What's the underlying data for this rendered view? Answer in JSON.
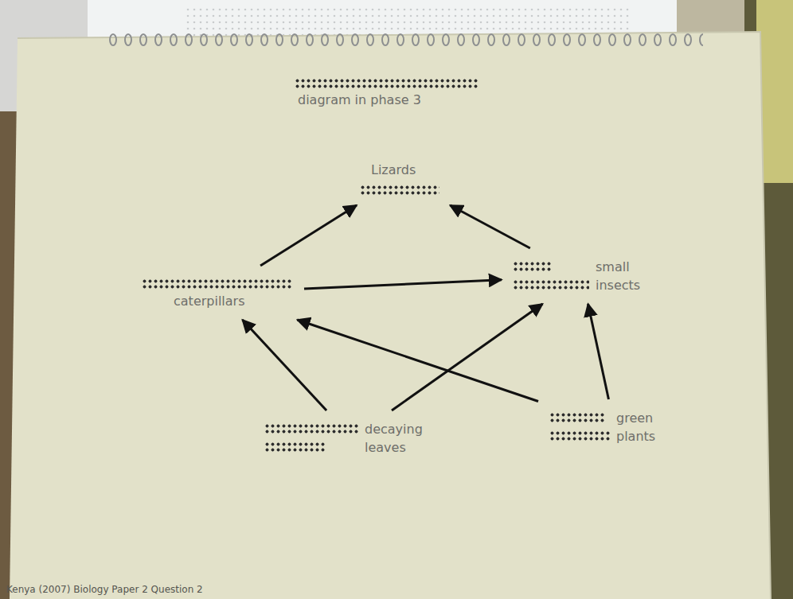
{
  "diagram": {
    "title": "diagram in phase 3",
    "nodes": [
      {
        "text": [
          "Lizards"
        ]
      },
      {
        "text": [
          "caterpillars"
        ]
      },
      {
        "text": [
          "small insects"
        ]
      },
      {
        "text": [
          "decaying leaves"
        ]
      },
      {
        "text": [
          "green plants"
        ]
      }
    ],
    "edges": [
      {
        "from": 1,
        "to": 0,
        "arrow": "to"
      },
      {
        "from": 2,
        "to": 0,
        "arrow": "to"
      },
      {
        "from": 1,
        "to": 2,
        "arrow": "to"
      },
      {
        "from": 3,
        "to": 1,
        "arrow": "to"
      },
      {
        "from": 3,
        "to": 2,
        "arrow": "to"
      },
      {
        "from": 4,
        "to": 1,
        "arrow": "to"
      },
      {
        "from": 4,
        "to": 2,
        "arrow": "to"
      }
    ],
    "labels": [
      "Kenya (2007) Biology Paper 2 Question 2"
    ]
  }
}
